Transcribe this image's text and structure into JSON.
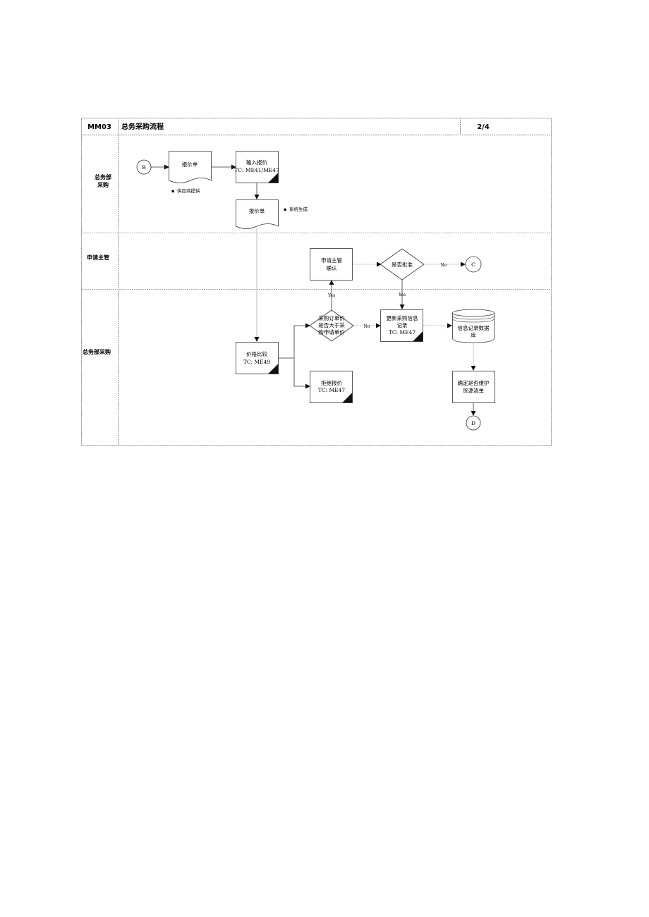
{
  "header": {
    "code": "MM03",
    "title": "总务采购流程",
    "page": "2/4"
  },
  "lanes": [
    {
      "line1": "总务部",
      "line2": "采购"
    },
    {
      "line1": "申请主管",
      "line2": ""
    },
    {
      "line1": "总务部采购",
      "line2": ""
    }
  ],
  "nodes": {
    "connector_b": "B",
    "quote_doc": "报价单",
    "enter_quote_1": "输入报价",
    "enter_quote_2": "TC: ME41/ME47",
    "quote_doc_2": "报价单",
    "compare_1": "价格比较",
    "compare_2": "TC: ME49",
    "decision_price_1": "采购订单价",
    "decision_price_2": "是否大于采",
    "decision_price_3": "购申请单价",
    "reject_1": "拒绝报价",
    "reject_2": "TC: ME47",
    "update_1": "更新采购信息",
    "update_2": "记录",
    "update_3": "TC: ME47",
    "info_db_1": "信息记录数据",
    "info_db_2": "库",
    "maintain_1": "确定是否维护",
    "maintain_2": "货源清单",
    "connector_d": "D",
    "confirm_1": "申请主管",
    "confirm_2": "确认",
    "decision_approve": "是否批准",
    "connector_c": "C"
  },
  "notes": {
    "supplier": "供应商提供",
    "system": "系统生成"
  },
  "edge_labels": {
    "yes_up": "Yes",
    "no_right": "No",
    "no_approve": "No",
    "yes_approve": "Yes"
  }
}
